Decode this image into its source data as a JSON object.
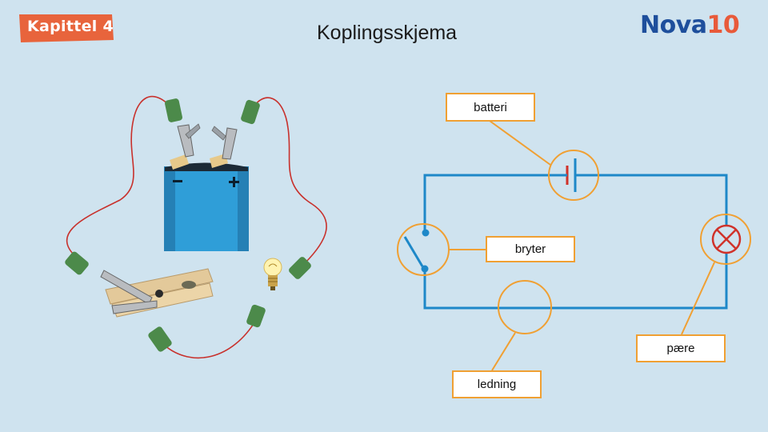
{
  "header": {
    "chapter_badge": "Kapittel 4",
    "title": "Koplingsskjema",
    "logo_text": "Nova",
    "logo_number": "10"
  },
  "labels": {
    "battery": "batteri",
    "switch": "bryter",
    "bulb": "pære",
    "wire": "ledning"
  },
  "colors": {
    "background": "#cfe3ef",
    "circuit_wire": "#1e88c8",
    "callout": "#f0a033",
    "badge": "#e8643c",
    "battery_body": "#2f9ed8",
    "clip_green": "#4c8a4a",
    "red_wire": "#c8312c"
  },
  "icons": {
    "battery_symbol": "battery-symbol-icon",
    "lamp_symbol": "lamp-symbol-icon",
    "switch_symbol": "switch-symbol-icon"
  }
}
